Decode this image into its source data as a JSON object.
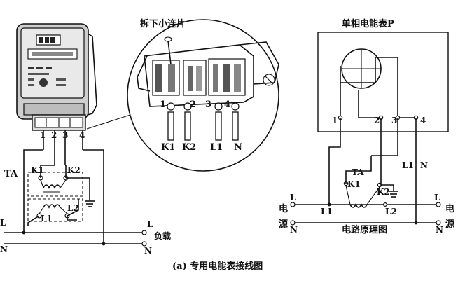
{
  "caption": "(a) 专用电能表接线图",
  "annotation": "拆下小连片",
  "meter_title": "单相电能表P",
  "schematic_title": "电路原理图",
  "left_diagram": {
    "terminals": [
      "1",
      "2",
      "3",
      "4"
    ],
    "ct_label": "TA",
    "k1": "K1",
    "k2": "K2",
    "l1": "L1",
    "l2": "L2",
    "line_l": "L",
    "line_n": "N",
    "out_l": "L",
    "out_n": "N",
    "load_label": "负载"
  },
  "zoom": {
    "terminals": [
      "1",
      "2",
      "3",
      "4"
    ],
    "wire_labels": [
      "K1",
      "K2",
      "L1",
      "N"
    ]
  },
  "right_diagram": {
    "terminals": [
      "1",
      "2",
      "3",
      "4"
    ],
    "l1_wire": "L1",
    "n_wire": "N",
    "ct_label": "TA",
    "k1": "K1",
    "k2": "K2",
    "l1": "L1",
    "l2": "L2",
    "source_top": "电",
    "source_bottom": "源",
    "left_l": "L",
    "left_n": "N",
    "right_l": "L",
    "right_n": "N"
  }
}
